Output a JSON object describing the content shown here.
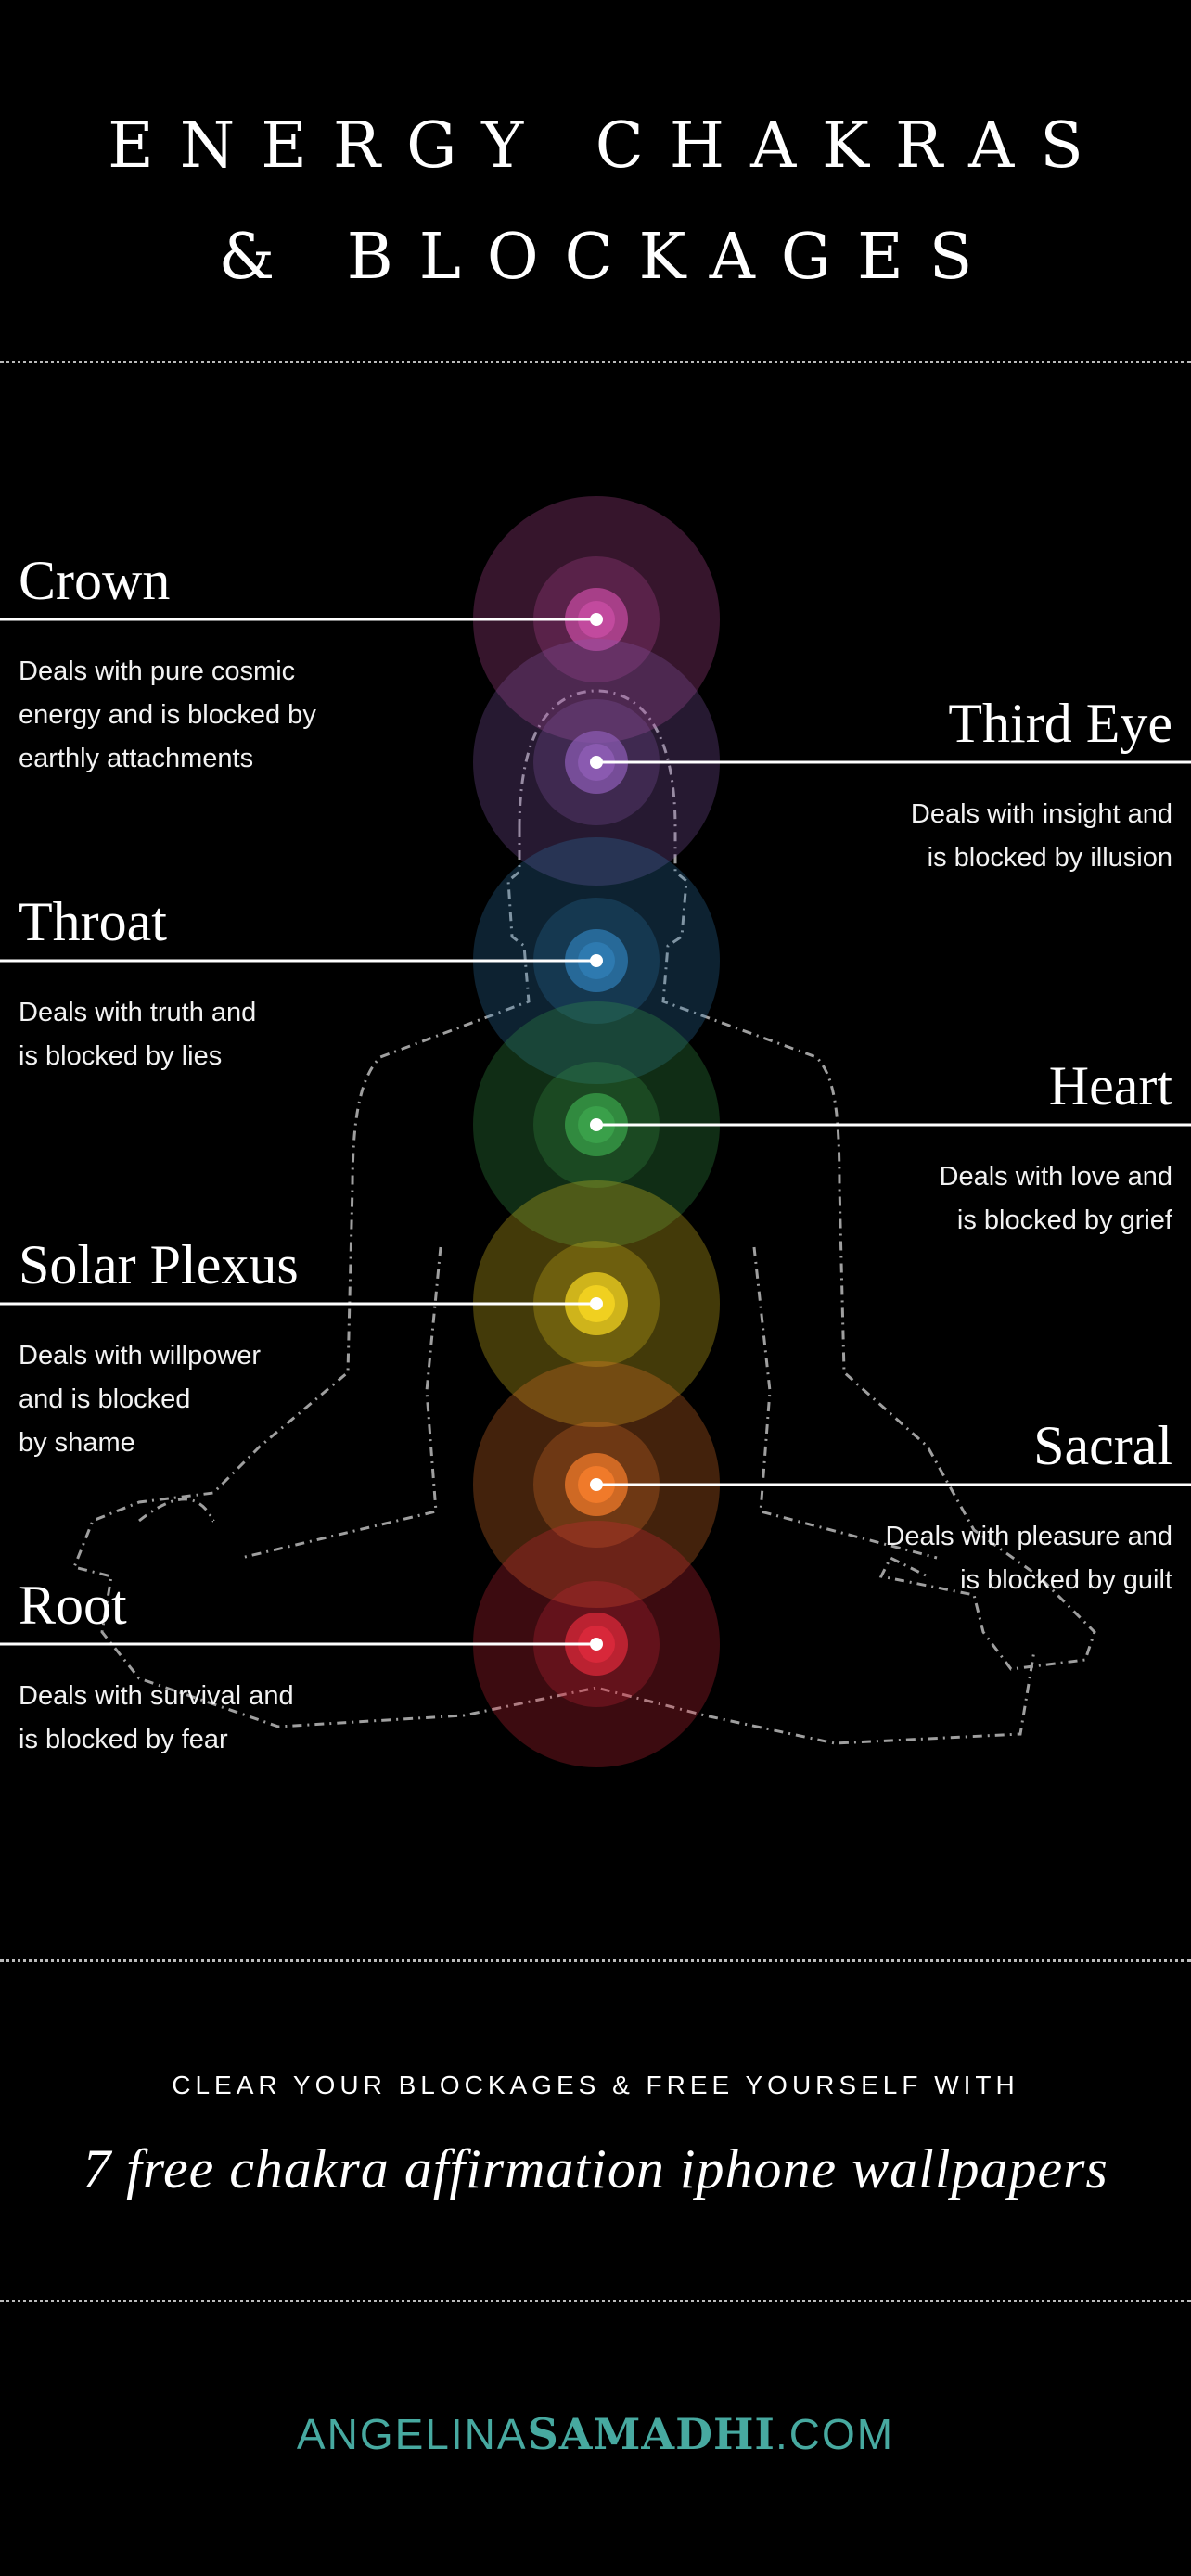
{
  "title": {
    "line1": "ENERGY CHAKRAS",
    "line2": "& BLOCKAGES"
  },
  "chakras": [
    {
      "name": "Crown",
      "side": "left",
      "desc": [
        "Deals with pure cosmic",
        "energy and is blocked by",
        "earthly attachments"
      ],
      "color": "#c24a9e",
      "outer": "#5a2a4e"
    },
    {
      "name": "Third Eye",
      "side": "right",
      "desc": [
        "Deals with insight and",
        "is blocked by illusion"
      ],
      "color": "#8a5ab0",
      "outer": "#4a3060"
    },
    {
      "name": "Throat",
      "side": "left",
      "desc": [
        "Deals with truth and",
        "is blocked by lies"
      ],
      "color": "#2e7ab0",
      "outer": "#1c3e58"
    },
    {
      "name": "Heart",
      "side": "right",
      "desc": [
        "Deals with love and",
        "is blocked by grief"
      ],
      "color": "#3aa04a",
      "outer": "#1e4a24"
    },
    {
      "name": "Solar Plexus",
      "side": "left",
      "desc": [
        "Deals with willpower",
        "and is blocked",
        "by shame"
      ],
      "color": "#f0d020",
      "outer": "#6a5a10"
    },
    {
      "name": "Sacral",
      "side": "right",
      "desc": [
        "Deals with pleasure and",
        "is blocked by guilt"
      ],
      "color": "#f07a2a",
      "outer": "#6a3010"
    },
    {
      "name": "Root",
      "side": "left",
      "desc": [
        "Deals with survival and",
        "is blocked by fear"
      ],
      "color": "#d8283a",
      "outer": "#6a1018"
    }
  ],
  "cta": "CLEAR YOUR BLOCKAGES & FREE YOURSELF WITH",
  "subtitle": "7 free chakra affirmation iphone wallpapers",
  "website": {
    "part1": "ANGELINA",
    "part2": "SAMADHI",
    "part3": ".COM"
  },
  "colors": {
    "background": "#000000",
    "brand": "#47a9a0"
  }
}
